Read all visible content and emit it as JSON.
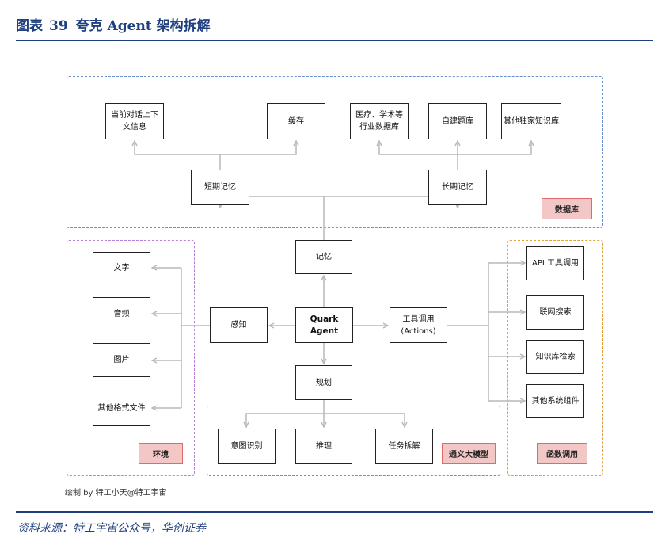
{
  "header": {
    "figure_label": "图表",
    "figure_number": "39",
    "title": "夸克 Agent 架构拆解"
  },
  "source_line": "资料来源：特工宇宙公众号，华创证券",
  "credit": "绘制 by 特工小天@特工宇宙",
  "core": {
    "agent": "Quark Agent",
    "memory": "记忆",
    "planning": "规划",
    "perception": "感知",
    "actions": "工具调用\n(Actions)"
  },
  "database": {
    "tag": "数据库",
    "short_term": "短期记忆",
    "long_term": "长期记忆",
    "short_items": [
      "当前对话上下\n文信息",
      "缓存"
    ],
    "long_items": [
      "医疗、学术等\n行业数据库",
      "自建题库",
      "其他独家知识库"
    ]
  },
  "environment": {
    "tag": "环境",
    "items": [
      "文字",
      "音频",
      "图片",
      "其他格式文件"
    ]
  },
  "llm": {
    "tag": "通义大模型",
    "items": [
      "意图识别",
      "推理",
      "任务拆解"
    ]
  },
  "functions": {
    "tag": "函数调用",
    "items": [
      "API 工具调用",
      "联网搜索",
      "知识库检索",
      "其他系统组件"
    ]
  },
  "colors": {
    "title_navy": "#1f3f7f",
    "database_border": "#6a8fcf",
    "environment_border": "#b77fd6",
    "llm_border": "#4caf6a",
    "functions_border": "#e3a03a",
    "tag_fill": "#f4c7c7",
    "tag_border": "#e06a6a",
    "connector_gray": "#b8b8b8"
  }
}
